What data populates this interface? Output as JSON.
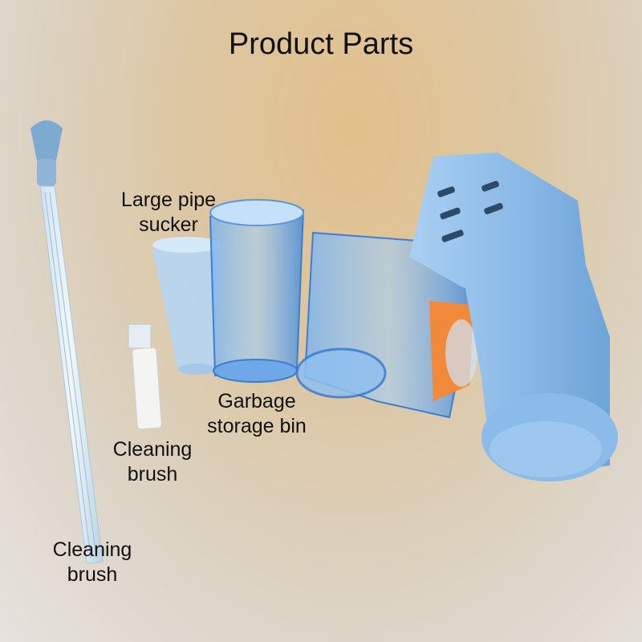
{
  "title": "Product Parts",
  "labels": {
    "large_pipe_sucker": [
      "Large pipe",
      "sucker"
    ],
    "garbage_storage_bin": [
      "Garbage",
      "storage bin"
    ],
    "cleaning_brush_small": [
      "Cleaning",
      "brush"
    ],
    "cleaning_brush_long": [
      "Cleaning",
      "brush"
    ]
  },
  "colors": {
    "plastic_blue": "#8fbde8",
    "transparent_blue": "#5c9fe6",
    "orange_filter": "#f08a3a"
  }
}
